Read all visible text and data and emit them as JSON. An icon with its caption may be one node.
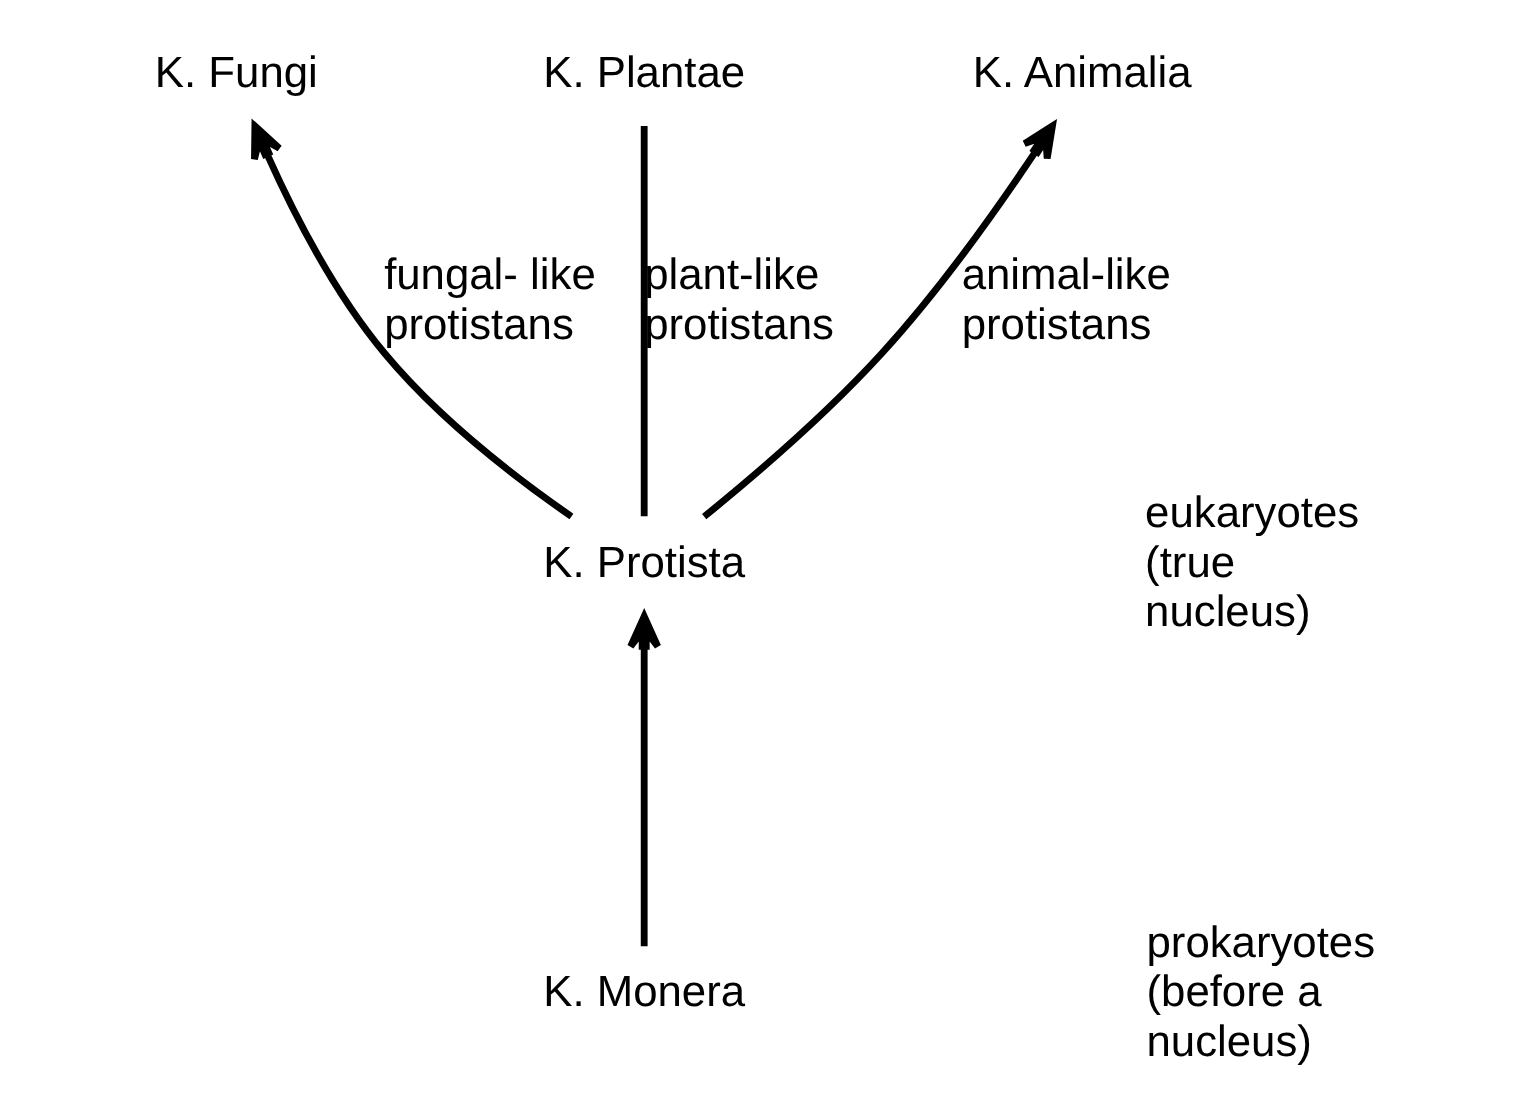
{
  "diagram": {
    "nodes": [
      {
        "text": [
          "K. Fungi"
        ]
      },
      {
        "text": [
          "K. Plantae"
        ]
      },
      {
        "text": [
          "K. Animalia"
        ]
      },
      {
        "text": [
          "K. Protista"
        ]
      },
      {
        "text": [
          "K. Monera"
        ]
      }
    ],
    "edges": [
      {
        "from": 3,
        "to": 0,
        "arrow": "to",
        "label": "fungal- like protistans"
      },
      {
        "from": 3,
        "to": 1,
        "arrow": "none",
        "label": "plant-like protistans"
      },
      {
        "from": 3,
        "to": 2,
        "arrow": "to",
        "label": "animal-like protistans"
      },
      {
        "from": 4,
        "to": 3,
        "arrow": "to"
      }
    ],
    "labels": [
      "eukaryotes (true nucleus)",
      "prokaryotes (before a nucleus)"
    ]
  }
}
